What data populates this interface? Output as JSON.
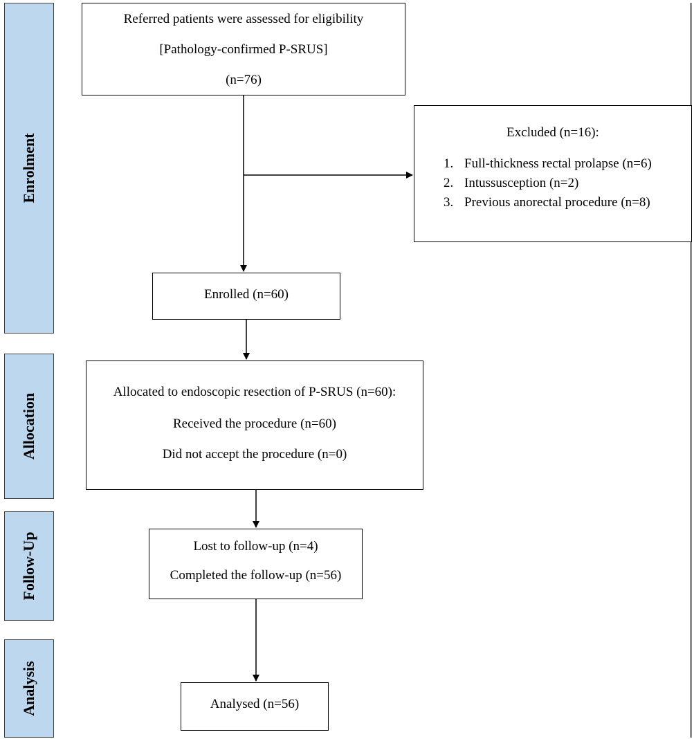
{
  "phases": {
    "enrolment": "Enrolment",
    "allocation": "Allocation",
    "follow_up": "Follow-Up",
    "analysis": "Analysis"
  },
  "boxes": {
    "referred": {
      "line1": "Referred patients were assessed for eligibility",
      "line2": "[Pathology-confirmed P-SRUS]",
      "line3": "(n=76)"
    },
    "excluded": {
      "title": "Excluded (n=16):",
      "items": [
        {
          "num": "1.",
          "text": "Full-thickness rectal prolapse (n=6)"
        },
        {
          "num": "2.",
          "text": "Intussusception (n=2)"
        },
        {
          "num": "3.",
          "text": "Previous anorectal procedure (n=8)"
        }
      ]
    },
    "enrolled": {
      "text": "Enrolled (n=60)"
    },
    "allocated": {
      "line1": "Allocated to endoscopic resection of P-SRUS (n=60):",
      "line2": "Received the procedure (n=60)",
      "line3": "Did not accept the procedure (n=0)"
    },
    "followup": {
      "line1": "Lost to follow-up (n=4)",
      "line2": "Completed the follow-up (n=56)"
    },
    "analysed": {
      "text": "Analysed (n=56)"
    }
  }
}
